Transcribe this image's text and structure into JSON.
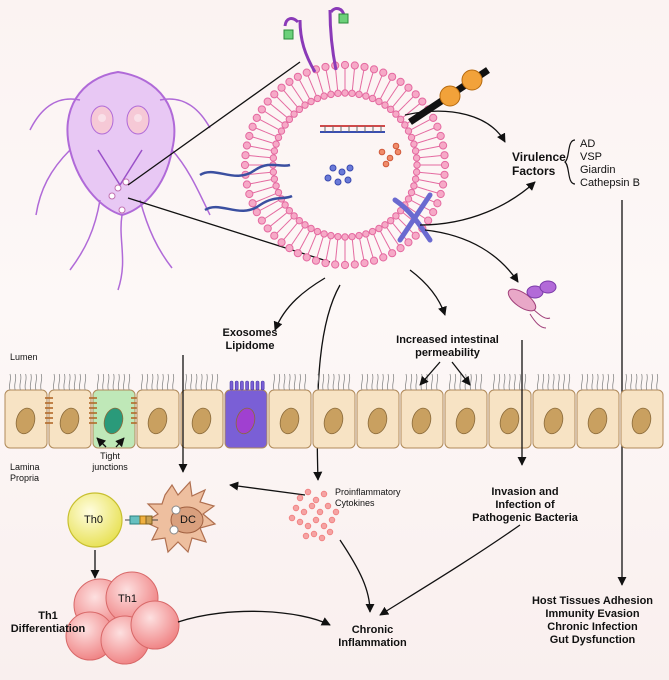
{
  "labels": {
    "virulence_factors": "Virulence\nFactors",
    "virulence_list": [
      "AD",
      "VSP",
      "Giardin",
      "Cathepsin B"
    ],
    "exosomes": "Exosomes\nLipidome",
    "increased_permeability": "Increased intestinal\npermeability",
    "lumen": "Lumen",
    "lamina_propria": "Lamina\nPropria",
    "tight_junctions": "Tight\njunctions",
    "dc": "DC",
    "th0": "Th0",
    "th1": "Th1",
    "proinflammatory": "Proinflammatory\nCytokines",
    "invasion": "Invasion and\nInfection of\nPathogenic Bacteria",
    "th1_differentiation": "Th1\nDifferentiation",
    "chronic_inflammation": "Chronic\nInflammation",
    "outcomes": [
      "Host Tissues Adhesion",
      "Immunity Evasion",
      "Chronic Infection",
      "Gut Dysfunction"
    ]
  },
  "colors": {
    "membrane": "#e46aa0",
    "giardia": "#b06ad8",
    "cell_fill": "#f7e3c4",
    "cell_stroke": "#b08a5a",
    "nucleus": "#c9a060",
    "goblet": "#7a5fd6",
    "endocrine": "#bfe8b8",
    "tight_junction": "#b36a2a",
    "dc": "#e8b89a",
    "th0": "#f2ef6a",
    "th1": "#f08a8a",
    "cytokine": "#f07c7c",
    "arrow": "#111111"
  }
}
